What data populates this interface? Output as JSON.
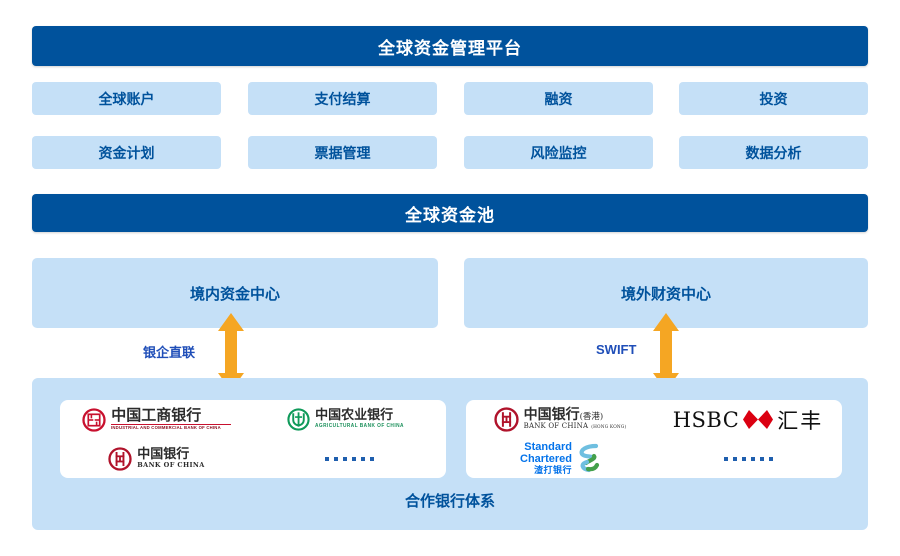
{
  "header": {
    "platform_title": "全球资金管理平台",
    "pool_title": "全球资金池"
  },
  "modules": {
    "row1": [
      {
        "label": "全球账户"
      },
      {
        "label": "支付结算"
      },
      {
        "label": "融资"
      },
      {
        "label": "投资"
      }
    ],
    "row2": [
      {
        "label": "资金计划"
      },
      {
        "label": "票据管理"
      },
      {
        "label": "风险监控"
      },
      {
        "label": "数据分析"
      }
    ]
  },
  "centers": {
    "onshore": "境内资金中心",
    "offshore": "境外财资中心"
  },
  "connections": {
    "left_label": "银企直联",
    "right_label": "SWIFT"
  },
  "bank_system": {
    "title": "合作银行体系",
    "domestic": [
      {
        "cn": "中国工商银行",
        "en": "INDUSTRIAL AND COMMERCIAL BANK OF CHINA",
        "emblem": "icbc-emblem-icon"
      },
      {
        "cn": "中国农业银行",
        "en": "AGRICULTURAL BANK OF CHINA",
        "emblem": "abc-emblem-icon"
      },
      {
        "cn": "中国银行",
        "en": "BANK OF CHINA",
        "emblem": "boc-emblem-icon"
      },
      {
        "more": "······"
      }
    ],
    "overseas": [
      {
        "cn": "中国银行",
        "cn_sub": "(香港)",
        "en": "BANK OF CHINA",
        "en_sub": "(HONG KONG)",
        "emblem": "boc-emblem-icon"
      },
      {
        "word": "HSBC",
        "cn": "汇丰",
        "emblem": "hsbc-hexagon-icon"
      },
      {
        "line1": "Standard",
        "line2": "Chartered",
        "cn": "渣打银行",
        "emblem": "standard-chartered-mark-icon"
      },
      {
        "more": "······"
      }
    ]
  },
  "colors": {
    "bar_blue": "#00529c",
    "panel_blue": "#c5e0f7",
    "arrow_orange": "#f5a623",
    "text_blue": "#00529c",
    "icbc_red": "#c8102e",
    "abc_green": "#0f9a5a",
    "hsbc_red": "#db0011",
    "sc_blue": "#0473ea",
    "sc_green": "#44a04b"
  }
}
